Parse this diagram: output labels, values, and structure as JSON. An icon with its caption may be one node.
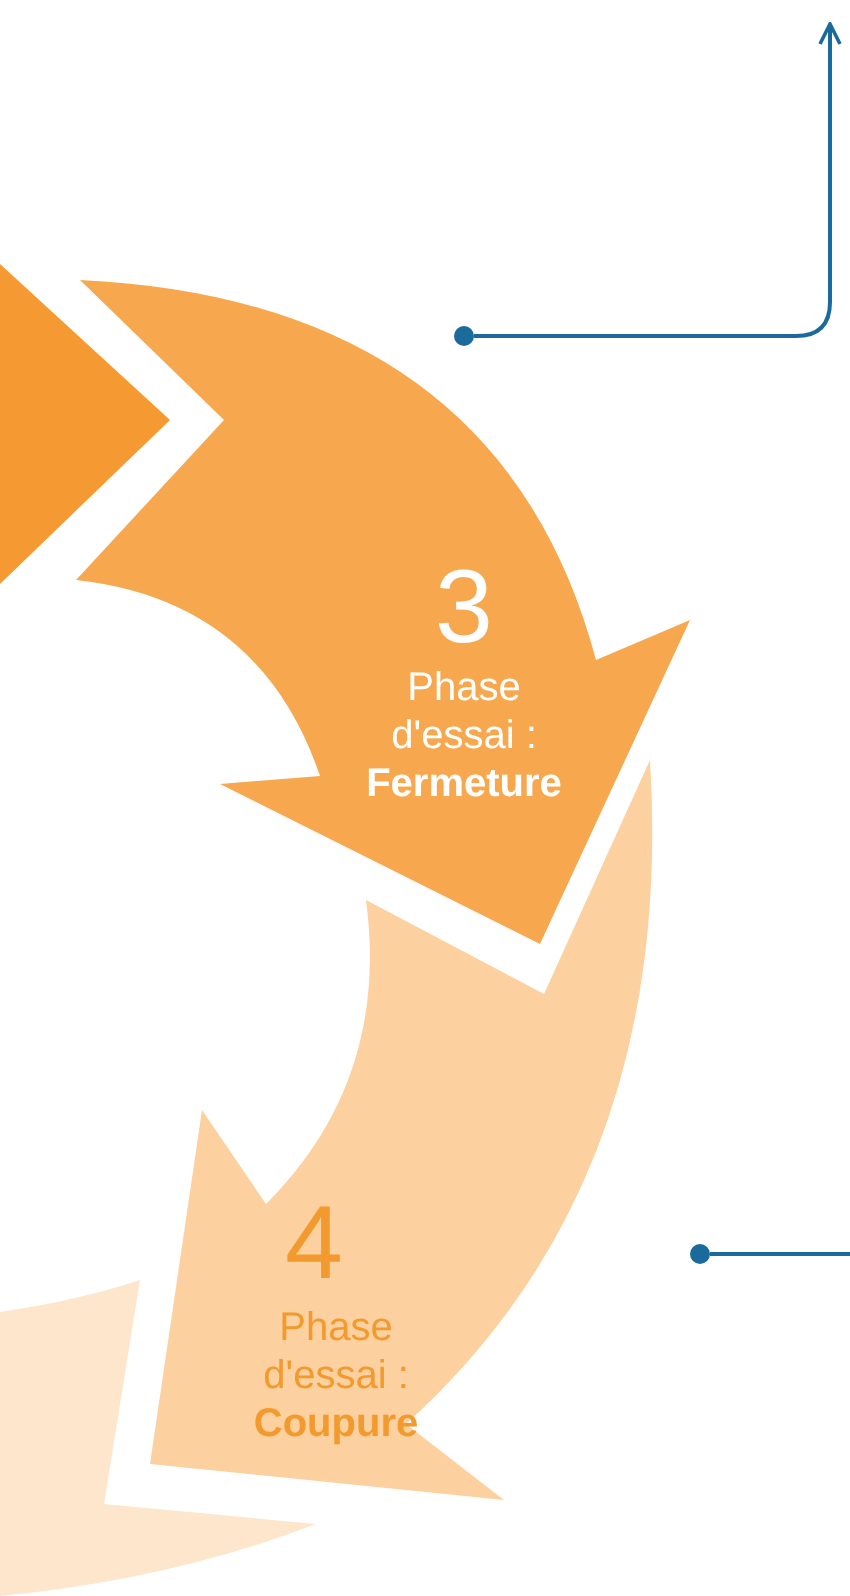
{
  "diagram": {
    "nodes": [
      {
        "text": [],
        "shape": "arrow"
      },
      {
        "text": [
          "3",
          "Phase d'essai : **Fermeture**"
        ]
      },
      {
        "text": [
          "4",
          "Phase d'essai : **Coupure**"
        ]
      },
      {
        "text": [],
        "shape": "arrow"
      },
      {
        "text": [],
        "shape": "circle"
      },
      {
        "text": [],
        "shape": "circle"
      }
    ],
    "edges": [
      {
        "from": 4,
        "to": null,
        "arrow": "to"
      },
      {
        "from": 5,
        "to": null,
        "arrow": "none"
      }
    ]
  }
}
